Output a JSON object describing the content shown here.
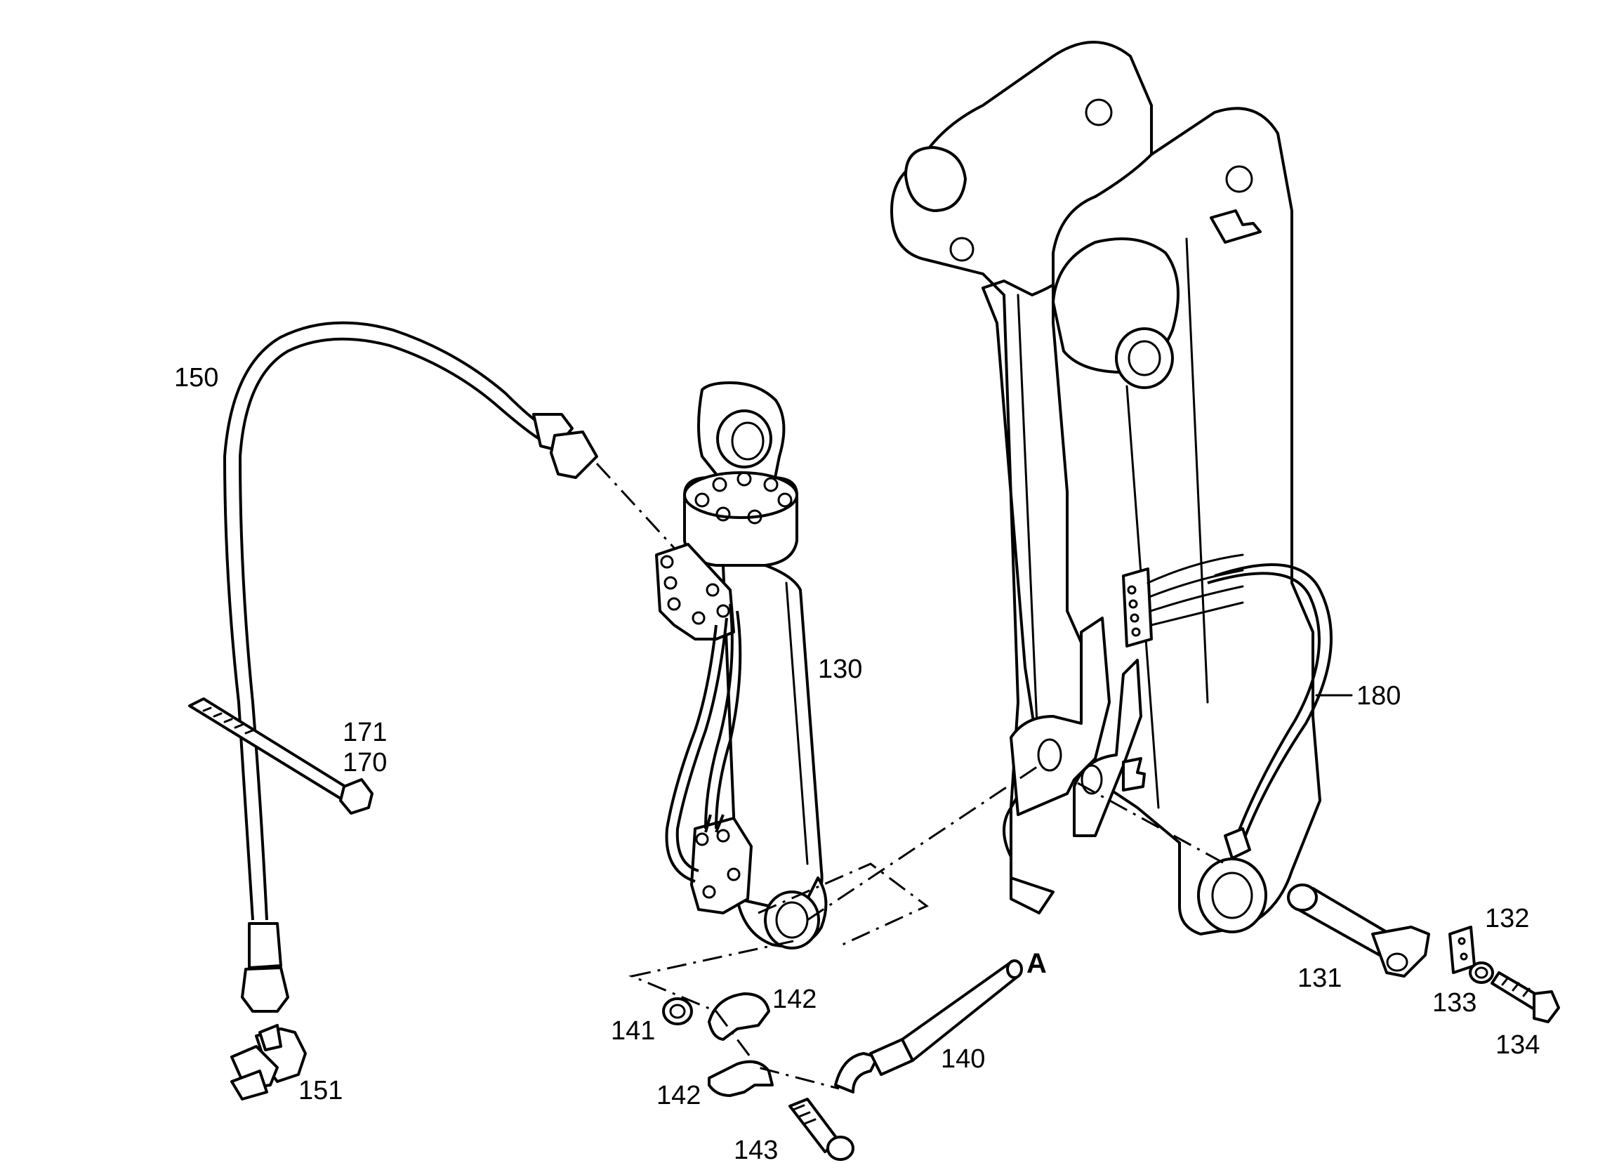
{
  "callouts": {
    "p150": "150",
    "p130": "130",
    "p171": "171",
    "p170": "170",
    "p180": "180",
    "p151": "151",
    "p141": "141",
    "p142a": "142",
    "p142b": "142",
    "p143": "143",
    "p140": "140",
    "pA": "A",
    "p131": "131",
    "p132": "132",
    "p133": "133",
    "p134": "134"
  },
  "colors": {
    "ink": "#000000",
    "paper": "#ffffff"
  }
}
